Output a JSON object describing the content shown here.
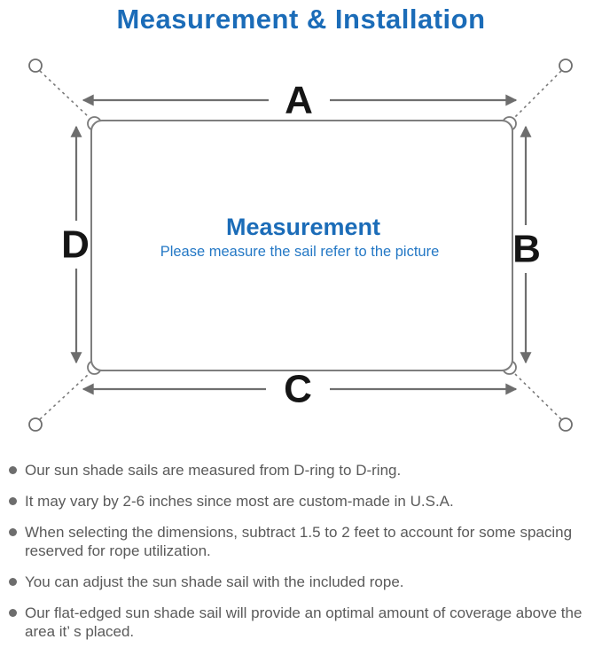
{
  "title": "Measurement & Installation",
  "diagram": {
    "labels": {
      "top": "A",
      "right": "B",
      "bottom": "C",
      "left": "D"
    },
    "center_title": "Measurement",
    "center_subtitle": "Please measure the sail refer to the picture"
  },
  "colors": {
    "heading_blue": "#1b6cb8",
    "subtitle_blue": "#2478c5",
    "line_gray": "#757575",
    "arrow_gray": "#6d6d6d",
    "dimension_label_black": "#151515",
    "body_text_gray": "#5a5a5a"
  },
  "bullets": [
    "Our sun shade sails are measured from D-ring to D-ring.",
    "It may vary by 2-6 inches since most are custom-made in U.S.A.",
    "When selecting the dimensions, subtract 1.5 to 2 feet to account for some spacing reserved for rope utilization.",
    "You can adjust the sun shade sail with the included rope.",
    "Our flat-edged sun shade sail will provide an optimal amount of coverage above the area it’ s placed."
  ]
}
